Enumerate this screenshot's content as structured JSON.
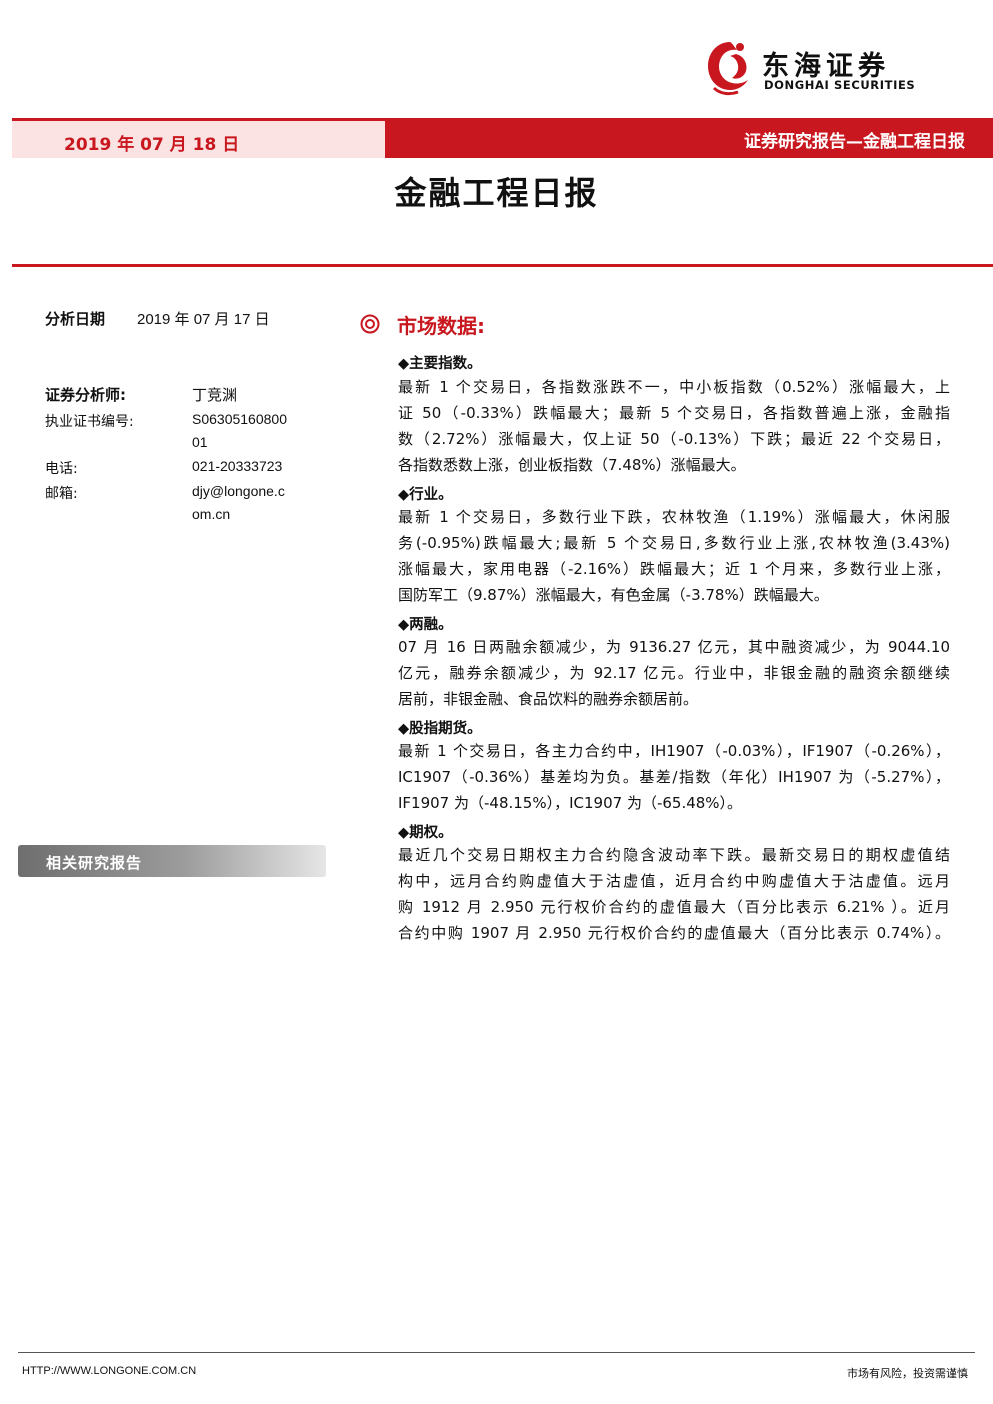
{
  "logo": {
    "name_cn": "东海证券",
    "name_en": "DONGHAI SECURITIES",
    "brand_color": "#c8171e"
  },
  "banner": {
    "date": "2019 年 07 月 18 日",
    "series": "证券研究报告—金融工程日报"
  },
  "title": "金融工程日报",
  "info": {
    "analysis_date_label": "分析日期",
    "analysis_date_value": "2019 年 07 月 17 日",
    "analyst_label": "证券分析师:",
    "analyst_value": "丁竞渊",
    "cert_label": "执业证书编号:",
    "cert_value_1": "S06305160800",
    "cert_value_2": "01",
    "phone_label": "电话:",
    "phone_value": "021-20333723",
    "email_label": "邮箱:",
    "email_value_1": "djy@longone.c",
    "email_value_2": "om.cn"
  },
  "related": {
    "label": "相关研究报告"
  },
  "section": {
    "title": "市场数据:",
    "subsections": [
      {
        "heading": "◆主要指数。",
        "lines": [
          "最新 1 个交易日，各指数涨跌不一，中小板指数（0.52%）涨幅最大，上",
          "证 50（-0.33%）跌幅最大；最新 5 个交易日，各指数普遍上涨，金融指",
          "数（2.72%）涨幅最大，仅上证 50（-0.13%）下跌；最近 22 个交易日，",
          "各指数悉数上涨，创业板指数（7.48%）涨幅最大。"
        ]
      },
      {
        "heading": "◆行业。",
        "lines": [
          "最新 1 个交易日，多数行业下跌，农林牧渔（1.19%）涨幅最大，休闲服",
          "务(-0.95%)跌幅最大;最新 5 个交易日,多数行业上涨,农林牧渔(3.43%)",
          "涨幅最大，家用电器（-2.16%）跌幅最大；近 1 个月来，多数行业上涨，",
          "国防军工（9.87%）涨幅最大，有色金属（-3.78%）跌幅最大。"
        ]
      },
      {
        "heading": "◆两融。",
        "lines": [
          "07 月 16 日两融余额减少，为 9136.27 亿元，其中融资减少，为 9044.10",
          "亿元，融券余额减少，为 92.17 亿元。行业中，非银金融的融资余额继续",
          "居前，非银金融、食品饮料的融券余额居前。"
        ]
      },
      {
        "heading": "◆股指期货。",
        "lines": [
          "最新 1 个交易日，各主力合约中，IH1907（-0.03%），IF1907（-0.26%），",
          "IC1907（-0.36%）基差均为负。基差/指数（年化）IH1907 为（-5.27%），",
          "IF1907 为（-48.15%），IC1907 为（-65.48%）。"
        ]
      },
      {
        "heading": "◆期权。",
        "lines": [
          "最近几个交易日期权主力合约隐含波动率下跌。最新交易日的期权虚值结",
          "构中，远月合约购虚值大于沽虚值，近月合约中购虚值大于沽虚值。远月",
          "购 1912 月 2.950 元行权价合约的虚值最大（百分比表示 6.21% ）。近月",
          "合约中购 1907 月 2.950 元行权价合约的虚值最大（百分比表示 0.74%）。"
        ]
      }
    ]
  },
  "footer": {
    "url": "HTTP://WWW.LONGONE.COM.CN",
    "risk": "市场有风险，投资需谨慎"
  }
}
